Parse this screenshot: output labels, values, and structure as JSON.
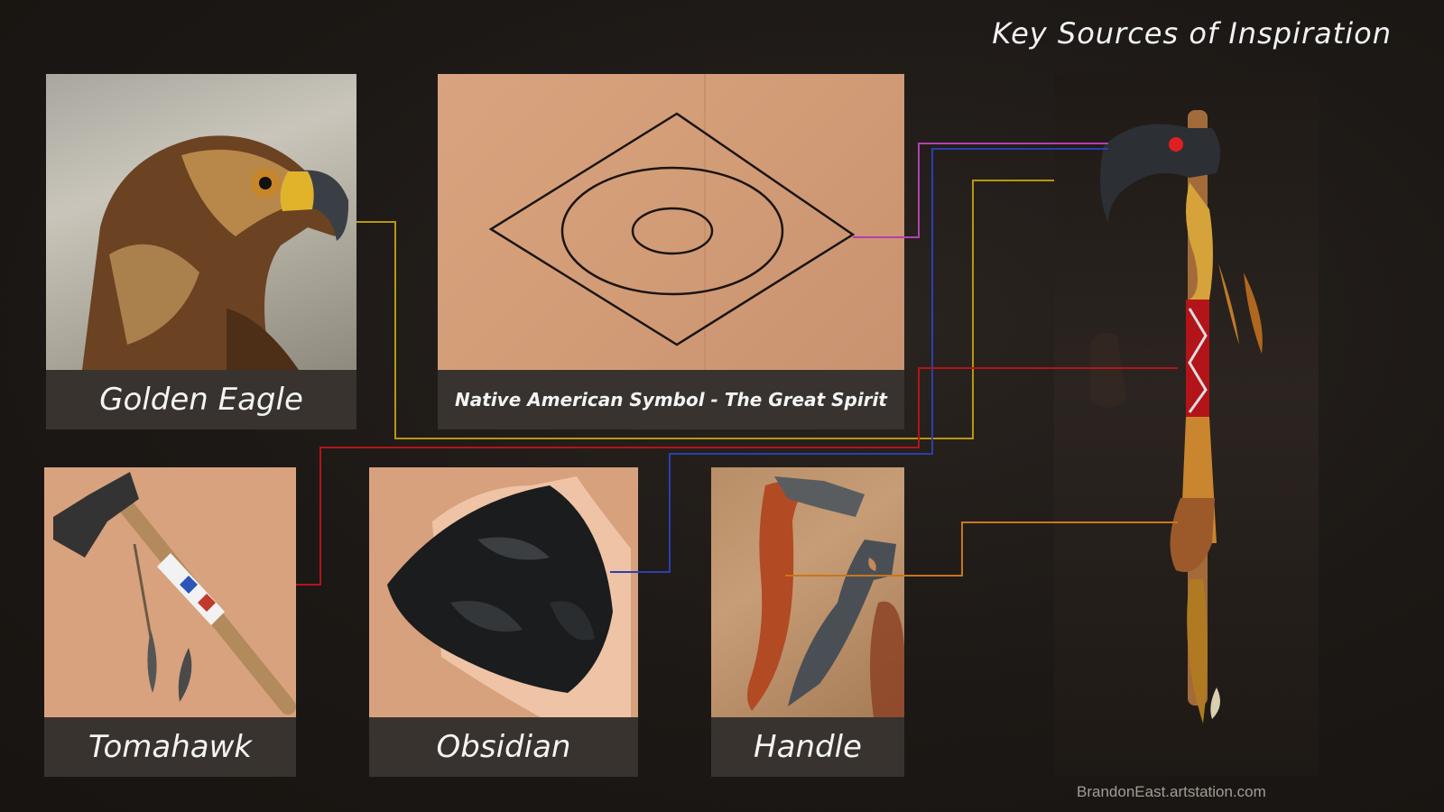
{
  "page": {
    "title": "Key Sources of Inspiration",
    "credit": "BrandonEast.artstation.com"
  },
  "cards": {
    "eagle": {
      "label": "Golden Eagle"
    },
    "symbol": {
      "label": "Native American Symbol - The Great Spirit"
    },
    "tomahawk": {
      "label": "Tomahawk"
    },
    "obsidian": {
      "label": "Obsidian"
    },
    "handle": {
      "label": "Handle"
    }
  },
  "colors": {
    "background": "#1c1815",
    "card_label_bg": "#38332e",
    "wire_eagle": "#b8970f",
    "wire_symbol": "#b33fb0",
    "wire_tomahawk": "#b3141a",
    "wire_obsidian": "#2a3fae",
    "wire_handle": "#c9761a"
  }
}
